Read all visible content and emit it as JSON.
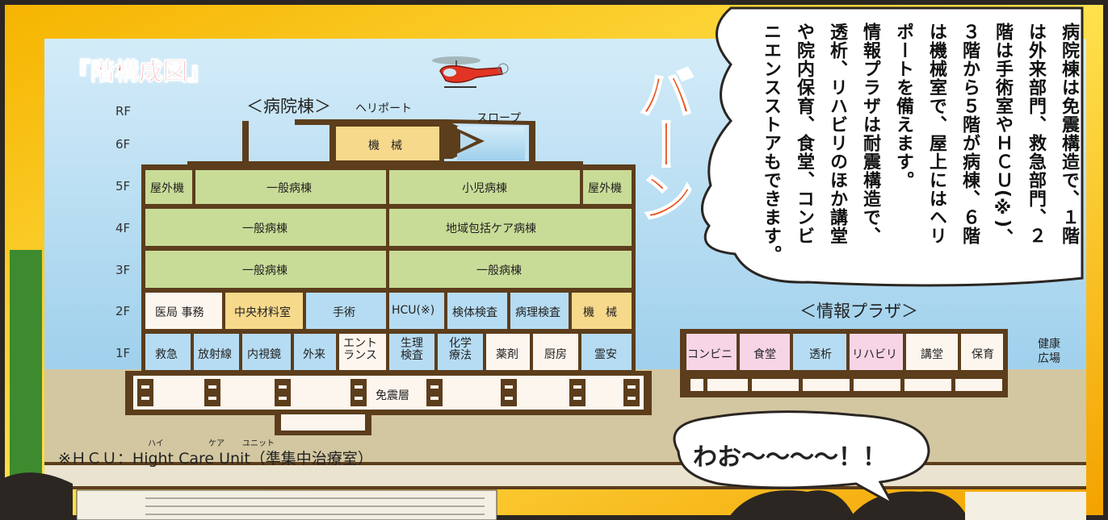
{
  "title": "『階構成図』",
  "hospital_label": "＜病院棟＞",
  "info_plaza_label": "＜情報プラザ＞",
  "heliport_label": "ヘリポート",
  "slope_label": "スロープ",
  "floors": [
    "RF",
    "6F",
    "5F",
    "4F",
    "3F",
    "2F",
    "1F"
  ],
  "rooms": {
    "f6_machine": "機　械",
    "f5": [
      "屋外機",
      "一般病棟",
      "小児病棟",
      "屋外機"
    ],
    "f4": [
      "一般病棟",
      "地域包括ケア病棟"
    ],
    "f3": [
      "一般病棟",
      "一般病棟"
    ],
    "f2": [
      "医局 事務",
      "中央材料室",
      "手術",
      "HCU(※)",
      "検体検査",
      "病理検査",
      "機　械"
    ],
    "f1": [
      "救急",
      "放射線",
      "内視鏡",
      "外来",
      "エント\nランス",
      "生理\n検査",
      "化学\n療法",
      "薬剤",
      "厨房",
      "霊安"
    ],
    "seismic": "免震層"
  },
  "plaza_rooms": [
    "コンビニ",
    "食堂",
    "透析",
    "リハビリ",
    "講堂",
    "保育"
  ],
  "health_plaza": "健康\n広場",
  "footnote": {
    "text": "※ＨＣＵ：Hight Care Unit（準集中治療室）",
    "ruby": [
      "ハイ",
      "ケア",
      "ユニット"
    ]
  },
  "speech_bubble_lines": [
    "病院棟は免震構造で、１階",
    "は外来部門、救急部門、２",
    "階は手術室やＨＣＵ(※)、",
    "３階から５階が病棟、６階",
    "は機械室で、屋上にはヘリ",
    "ポートを備えます。",
    "情報プラザは耐震構造で、",
    "透析、リハビリのほか講堂",
    "や院内保育、食堂、コンビ",
    "ニエンスストアもできます。"
  ],
  "sound_effect": "バーン",
  "exclamation": "わお〜〜〜〜！！",
  "colors": {
    "wall": "#5c3d1c",
    "green": "#c9dc97",
    "orange": "#f7d98c",
    "blue": "#b6dcf3",
    "pink": "#f7d5e6",
    "cream": "#fdf6ee",
    "title": "#e8322b",
    "sky": "#bde2f4",
    "ground": "#cfc29c"
  }
}
